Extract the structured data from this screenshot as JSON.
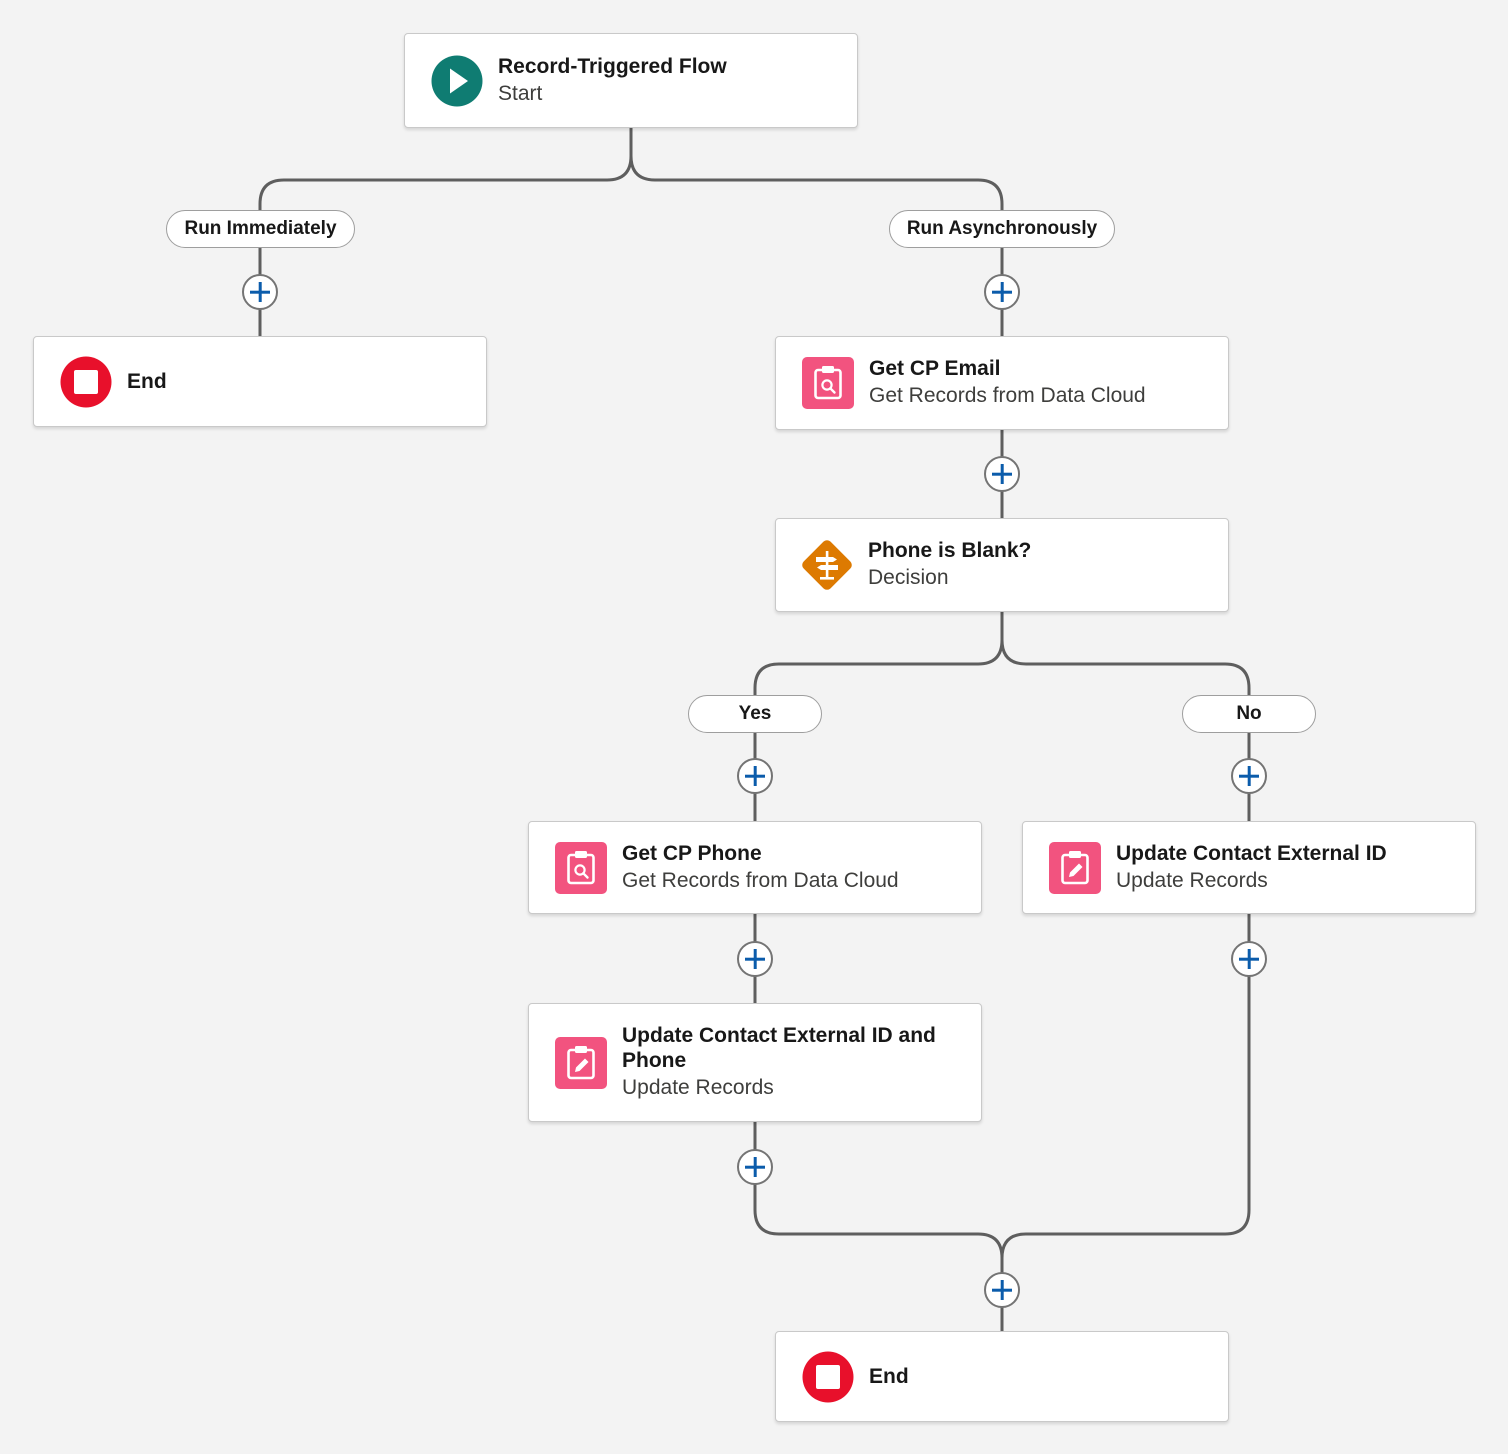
{
  "colors": {
    "canvas": "#f3f3f3",
    "connector": "#5e5e5e",
    "start_icon": "#0f7c72",
    "end_icon": "#e8102b",
    "records_icon": "#f2537f",
    "decision_icon": "#dd7a01",
    "add_plus": "#0b5cab"
  },
  "start": {
    "title": "Record-Triggered Flow",
    "subtitle": "Start",
    "icon": "play-icon"
  },
  "branches": {
    "immediate": "Run Immediately",
    "async": "Run Asynchronously"
  },
  "end_immediate": {
    "title": "End",
    "icon": "stop-icon"
  },
  "get_email": {
    "title": "Get CP Email",
    "subtitle": "Get Records from Data Cloud",
    "icon": "get-records-icon"
  },
  "decision": {
    "title": "Phone is Blank?",
    "subtitle": "Decision",
    "icon": "decision-icon"
  },
  "outcomes": {
    "yes": "Yes",
    "no": "No"
  },
  "get_phone": {
    "title": "Get CP Phone",
    "subtitle": "Get Records from Data Cloud",
    "icon": "get-records-icon"
  },
  "update_ext_id": {
    "title": "Update Contact External ID",
    "subtitle": "Update Records",
    "icon": "update-records-icon"
  },
  "update_ext_phone": {
    "title": "Update Contact External ID and Phone",
    "subtitle": "Update Records",
    "icon": "update-records-icon"
  },
  "end_async": {
    "title": "End",
    "icon": "stop-icon"
  }
}
